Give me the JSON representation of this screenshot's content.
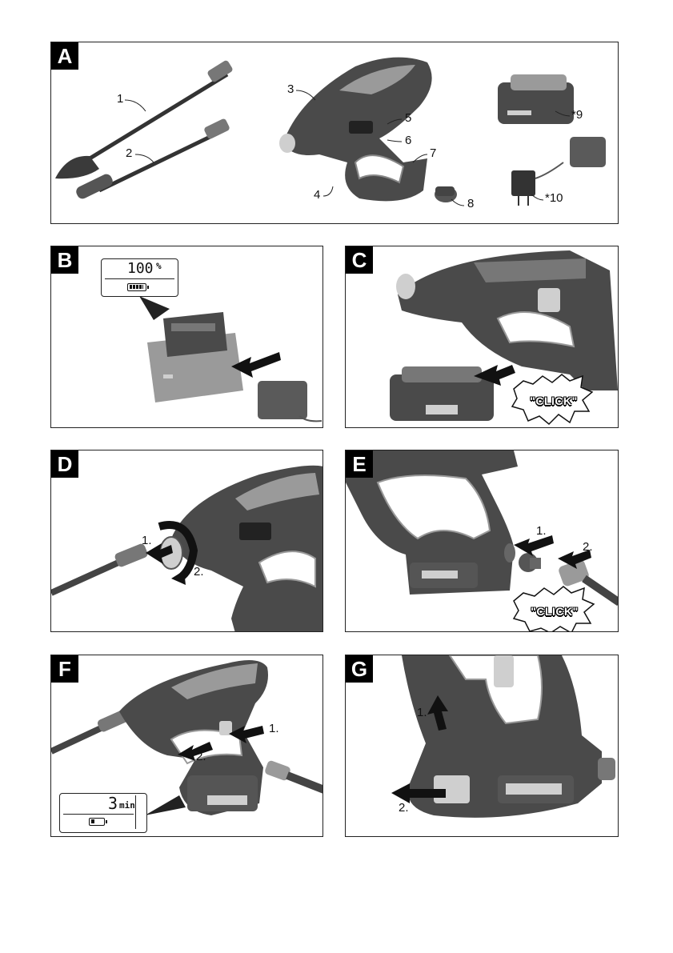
{
  "panels": {
    "A": {
      "letter": "A",
      "parts": [
        {
          "num": "1"
        },
        {
          "num": "2"
        },
        {
          "num": "3"
        },
        {
          "num": "4"
        },
        {
          "num": "5"
        },
        {
          "num": "6"
        },
        {
          "num": "7"
        },
        {
          "num": "8"
        },
        {
          "num": "*9"
        },
        {
          "num": "*10"
        }
      ]
    },
    "B": {
      "letter": "B",
      "display_value": "100",
      "display_unit": "%"
    },
    "C": {
      "letter": "C",
      "click_text": "\"CLICK\""
    },
    "D": {
      "letter": "D",
      "step1": "1.",
      "step2": "2."
    },
    "E": {
      "letter": "E",
      "step1": "1.",
      "step2": "2.",
      "click_text": "\"CLICK\""
    },
    "F": {
      "letter": "F",
      "step1": "1.",
      "step2": "2.",
      "display_value": "3",
      "display_unit": "min"
    },
    "G": {
      "letter": "G",
      "step1": "1.",
      "step2": "2."
    }
  },
  "colors": {
    "device_body": "#4a4a4a",
    "device_light": "#9a9a9a",
    "device_highlight": "#cfcfcf",
    "border": "#222222"
  }
}
